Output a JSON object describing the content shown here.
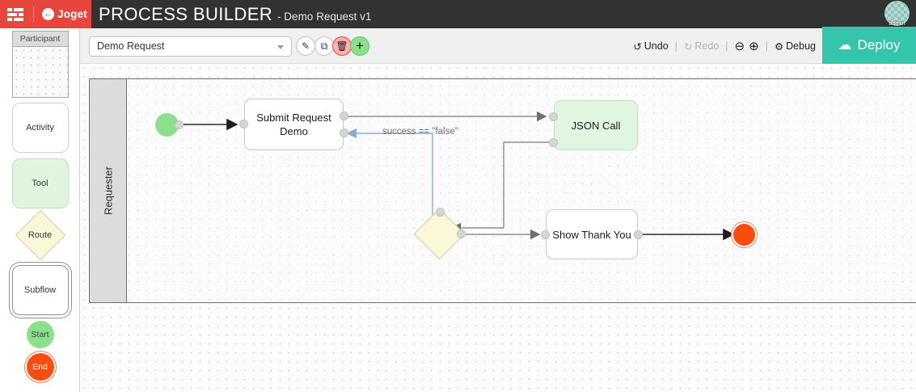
{
  "header": {
    "menu_icon": "grid-menu-icon",
    "brand": "Joget",
    "title": "PROCESS BUILDER",
    "subtitle": "- Demo Request v1",
    "user": "admin"
  },
  "palette": {
    "items": [
      {
        "label": "Participant",
        "type": "pool"
      },
      {
        "label": "Activity",
        "type": "box"
      },
      {
        "label": "Tool",
        "type": "box-green"
      },
      {
        "label": "Route",
        "type": "diamond"
      },
      {
        "label": "Subflow",
        "type": "box-double"
      },
      {
        "label": "Start",
        "type": "circle-green"
      },
      {
        "label": "End",
        "type": "circle-orange"
      }
    ]
  },
  "toolbar": {
    "process_select": {
      "value": "Demo Request",
      "placeholder": "Demo Request"
    },
    "edit_label": "✎",
    "copy_label": "⧉",
    "delete_label": "🗑",
    "add_label": "+",
    "undo_label": "Undo",
    "undo_icon": "↺",
    "redo_label": "Redo",
    "redo_icon": "↻",
    "zoom_out_icon": "⊖",
    "zoom_in_icon": "⊕",
    "debug_label": "Debug",
    "debug_icon": "⚙",
    "separator": "|",
    "deploy_label": "Deploy",
    "deploy_icon": "☁",
    "deploy_color": "#35c4ac"
  },
  "canvas": {
    "pool_label": "Requester",
    "nodes": [
      {
        "id": "start",
        "label": "",
        "type": "start-event"
      },
      {
        "id": "submit",
        "label": "Submit Request Demo",
        "type": "activity"
      },
      {
        "id": "json",
        "label": "JSON Call",
        "type": "tool"
      },
      {
        "id": "route",
        "label": "",
        "type": "route"
      },
      {
        "id": "thankyou",
        "label": "Show Thank You",
        "type": "activity"
      },
      {
        "id": "end",
        "label": "",
        "type": "end-event"
      }
    ],
    "edge_label": "success == \"false\"",
    "colors": {
      "start": "#8ce08c",
      "end": "#f94d0d",
      "tool": "#e1f6e0",
      "route": "#faf8d9",
      "lane": "#dcdcdc"
    }
  }
}
